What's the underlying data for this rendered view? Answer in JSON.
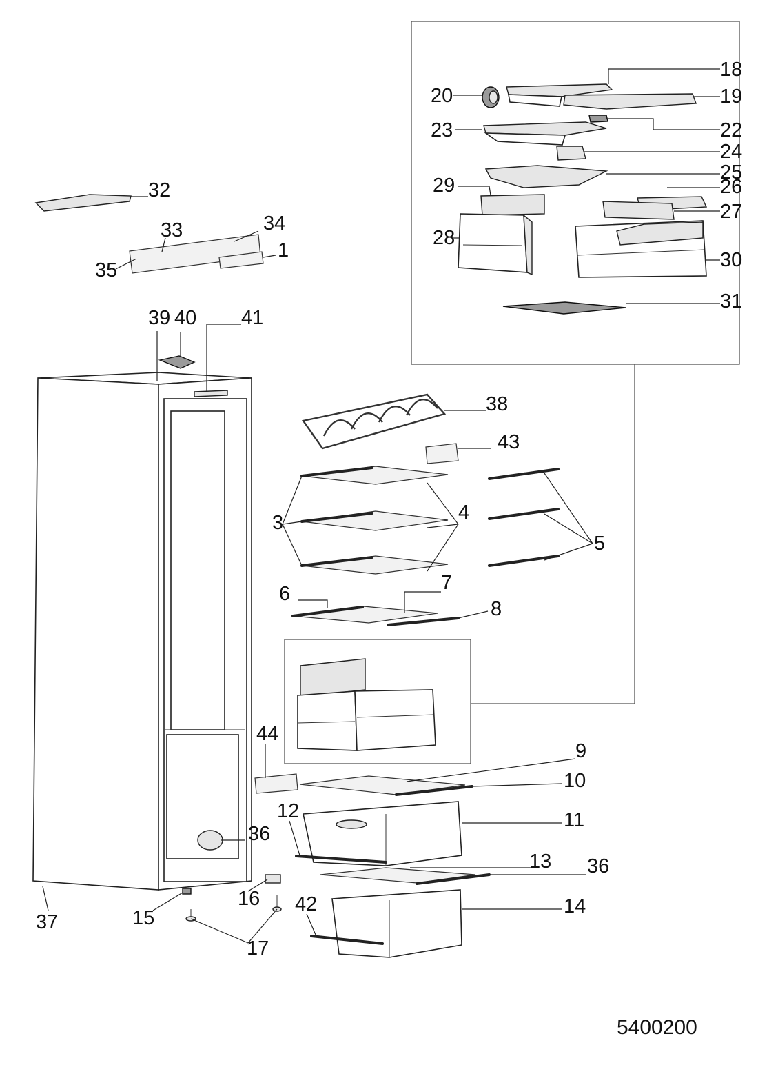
{
  "diagram": {
    "document_number": "5400200",
    "callouts": [
      {
        "id": "c18",
        "text": "18"
      },
      {
        "id": "c19",
        "text": "19"
      },
      {
        "id": "c20",
        "text": "20"
      },
      {
        "id": "c22",
        "text": "22"
      },
      {
        "id": "c23",
        "text": "23"
      },
      {
        "id": "c24",
        "text": "24"
      },
      {
        "id": "c25",
        "text": "25"
      },
      {
        "id": "c26",
        "text": "26"
      },
      {
        "id": "c27",
        "text": "27"
      },
      {
        "id": "c28",
        "text": "28"
      },
      {
        "id": "c29",
        "text": "29"
      },
      {
        "id": "c30",
        "text": "30"
      },
      {
        "id": "c31",
        "text": "31"
      },
      {
        "id": "c32",
        "text": "32"
      },
      {
        "id": "c33",
        "text": "33"
      },
      {
        "id": "c34",
        "text": "34"
      },
      {
        "id": "c35",
        "text": "35"
      },
      {
        "id": "c1",
        "text": "1"
      },
      {
        "id": "c39",
        "text": "39"
      },
      {
        "id": "c40",
        "text": "40"
      },
      {
        "id": "c41",
        "text": "41"
      },
      {
        "id": "c38",
        "text": "38"
      },
      {
        "id": "c43",
        "text": "43"
      },
      {
        "id": "c3",
        "text": "3"
      },
      {
        "id": "c4",
        "text": "4"
      },
      {
        "id": "c5",
        "text": "5"
      },
      {
        "id": "c6",
        "text": "6"
      },
      {
        "id": "c7",
        "text": "7"
      },
      {
        "id": "c8",
        "text": "8"
      },
      {
        "id": "c44",
        "text": "44"
      },
      {
        "id": "c9",
        "text": "9"
      },
      {
        "id": "c10",
        "text": "10"
      },
      {
        "id": "c11",
        "text": "11"
      },
      {
        "id": "c12",
        "text": "12"
      },
      {
        "id": "c36a",
        "text": "36"
      },
      {
        "id": "c13",
        "text": "13"
      },
      {
        "id": "c36b",
        "text": "36"
      },
      {
        "id": "c16",
        "text": "16"
      },
      {
        "id": "c42",
        "text": "42"
      },
      {
        "id": "c14",
        "text": "14"
      },
      {
        "id": "c15",
        "text": "15"
      },
      {
        "id": "c37",
        "text": "37"
      },
      {
        "id": "c17",
        "text": "17"
      }
    ]
  }
}
